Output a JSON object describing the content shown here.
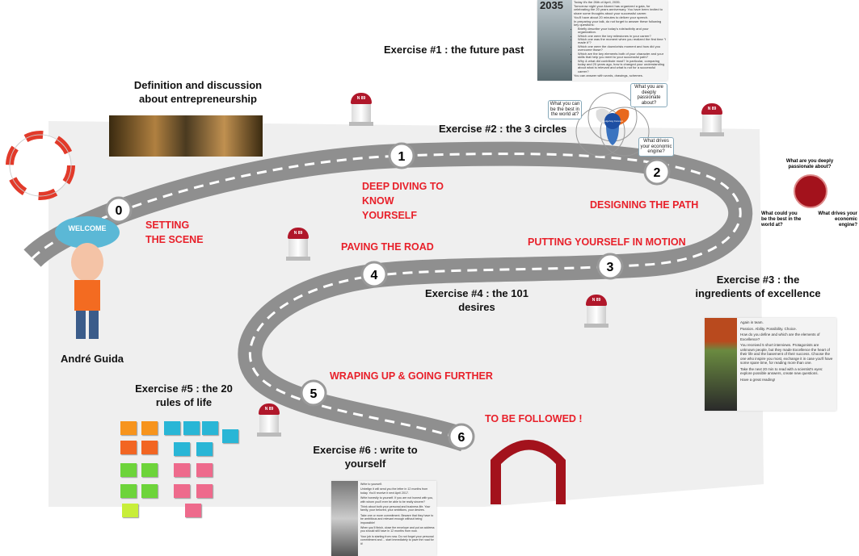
{
  "stops": [
    {
      "number": "0",
      "label": "SETTING THE SCENE"
    },
    {
      "number": "1",
      "label": "DEEP DIVING TO KNOW YOURSELF"
    },
    {
      "number": "2",
      "label": "DESIGNING THE PATH"
    },
    {
      "number": "3",
      "label": "PUTTING YOURSELF IN MOTION"
    },
    {
      "number": "4",
      "label": "PAVING THE ROAD"
    },
    {
      "number": "5",
      "label": "WRAPING UP & GOING FURTHER"
    },
    {
      "number": "6",
      "label": "TO BE FOLLOWED !"
    }
  ],
  "captions": {
    "definition": "Definition and discussion about entrepreneurship",
    "ex1": "Exercise #1 : the future past",
    "ex2": "Exercise #2 : the 3 circles",
    "ex3": "Exercise #3 : the ingredients of excellence",
    "ex4": "Exercise #4 : the 101 desires",
    "ex5": "Exercise #5 : the 20 rules of life",
    "ex6": "Exercise #6 : write to yourself",
    "author": "André Guida",
    "welcome": "WELCOME"
  },
  "marker_text": "N 89",
  "doc1": {
    "cover": "2035",
    "lines": [
      "Today it's the 26th of April, 2035.",
      "Tomorrow night your Alumni has organized a gala, for celebrating the 20 years anniversary. You have been invited to share some thoughts about your successful career.",
      "You'll have about 20 minutes to deliver your speech.",
      "In preparing your talk, do not forget to answer these following key questions:"
    ],
    "bullets": [
      "Briefly describe your today's role/activity and your organization.",
      "Which one were the key milestones in your career?",
      "Which one was the moment when you realized the first time \"I made it\"?",
      "Which one were the down/crisis moment and how did you overcome those?",
      "Which are the key elements both of your character and your skills that help you meet to your successful path?",
      "Why & what did contribute most? In particular, comparing today and 20 years ago, how is changed your understanding about what is relevant and what is not for a successful career?"
    ],
    "footer": "You can answer with words, drawings, schemes."
  },
  "circles": {
    "center": "Hedgehog Concept",
    "q1": "What you are deeply passionate about?",
    "q2": "What you can be the best in the world at?",
    "q3": "What drives your economic engine?"
  },
  "hedgehog": {
    "top": "What are you deeply passionate about?",
    "left": "What could you be the best in the world at?",
    "right": "What drives your economic engine?"
  },
  "doc3": [
    "Again in team.",
    "Passion. Ability. Possibility. Choice.",
    "How do you define and which are the elements of Excellence?",
    "You received 5 short interviews. Protagonists are unknown people, but they made Excellence the heart of their life and the basement of their success. Choose the one who inspire you most, exchange it in case you'll have some spare time, for reading more than one.",
    "Take the next 20 min to read with a scientist's eyes: explore possible answers, create new questions.",
    "Have a great reading!"
  ],
  "doc6": [
    "Write to yourself.",
    "Unbelign it will send you the letter in 12 months from today. You'll receive it next April 2017.",
    "Write honestly to yourself. If you are not honest with you, with whom you'll ever be able to be really sincere?",
    "Think about both your personal and business life. Your family, your beloved, your ambitions, your desires.",
    "Take one or more commitment. Beware that they have to be ambitious and relevant enough without being impossible!",
    "When you'll finish, close the envelope and put an address you should still have in 12 months from now.",
    "Your job is starting from now. Do not forget your personal commitment and ... start immediately to pave the road for it!"
  ],
  "colors": {
    "red": "#e8202a",
    "road": "#8f8f8f",
    "marker": "#b0172a"
  }
}
